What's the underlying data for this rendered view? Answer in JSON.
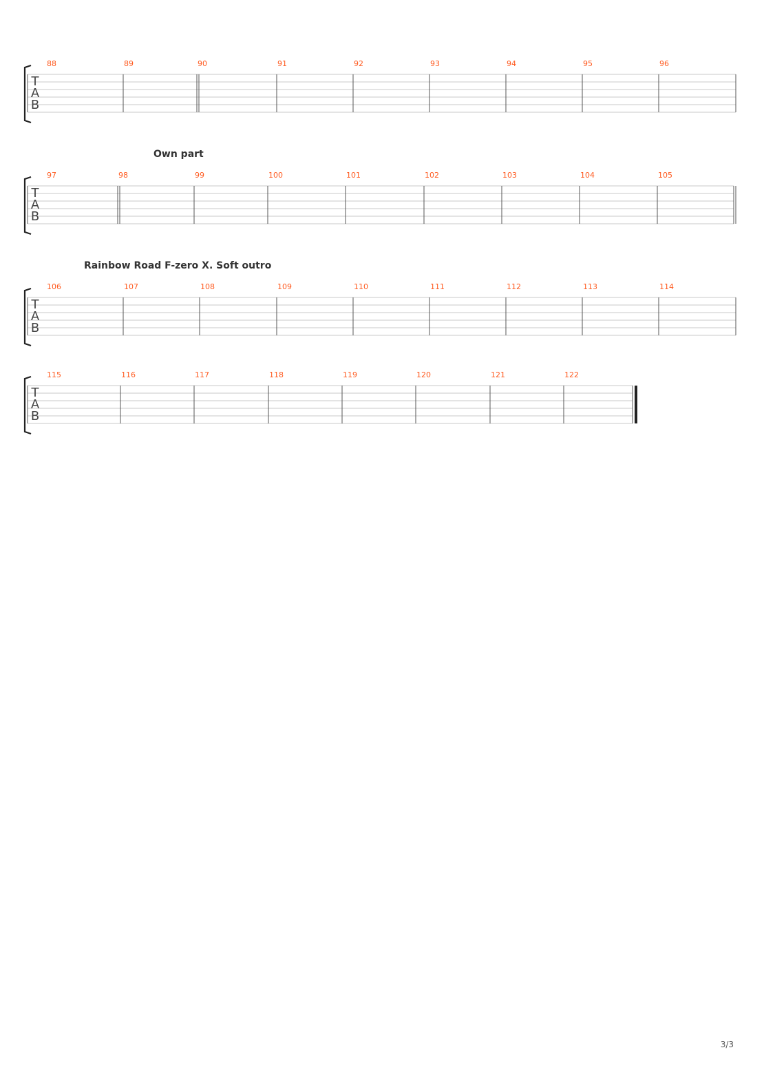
{
  "colors": {
    "staff_line": "#c8c8c8",
    "barline": "#555555",
    "bar_number": "#ff5a1f",
    "bracket": "#222222",
    "clef": "#444444",
    "label": "#333333"
  },
  "clef": [
    "T",
    "A",
    "B"
  ],
  "systems": [
    {
      "section_label": "",
      "bars": [
        "88",
        "89",
        "90",
        "91",
        "92",
        "93",
        "94",
        "95",
        "96"
      ],
      "double_bar_after": [
        "89"
      ],
      "end": "single"
    },
    {
      "section_label": "Own part",
      "bars": [
        "97",
        "98",
        "99",
        "100",
        "101",
        "102",
        "103",
        "104",
        "105"
      ],
      "double_bar_after": [
        "97"
      ],
      "end": "double"
    },
    {
      "section_label": "Rainbow Road F-zero X. Soft outro",
      "bars": [
        "106",
        "107",
        "108",
        "109",
        "110",
        "111",
        "112",
        "113",
        "114"
      ],
      "double_bar_after": [],
      "end": "single"
    },
    {
      "section_label": "",
      "bars": [
        "115",
        "116",
        "117",
        "118",
        "119",
        "120",
        "121",
        "122"
      ],
      "double_bar_after": [],
      "end": "final"
    }
  ],
  "page_number": "3/3"
}
